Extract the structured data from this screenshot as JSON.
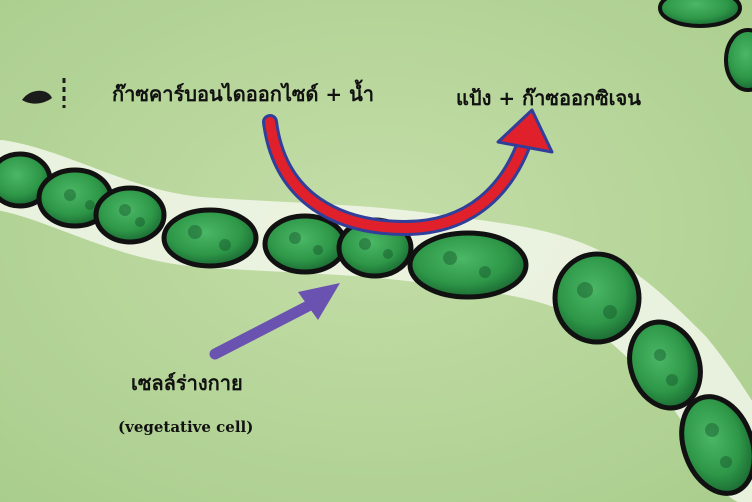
{
  "labels": {
    "reactants": "ก๊าซคาร์บอนไดออกไซด์ + น้ำ",
    "products": "แป้ง + ก๊าซออกซิเจน",
    "vegetative_cell_thai": "เซลล์ร่างกาย",
    "vegetative_cell_en": "(vegetative cell)"
  },
  "colors": {
    "background": "#b7d69a",
    "cell_fill": "#2e9848",
    "cell_dark": "#15552b",
    "cell_outline": "#111111",
    "curved_arrow_red": "#e0202a",
    "curved_arrow_blue": "#2f3f9a",
    "pointer_arrow": "#6a52b0"
  }
}
